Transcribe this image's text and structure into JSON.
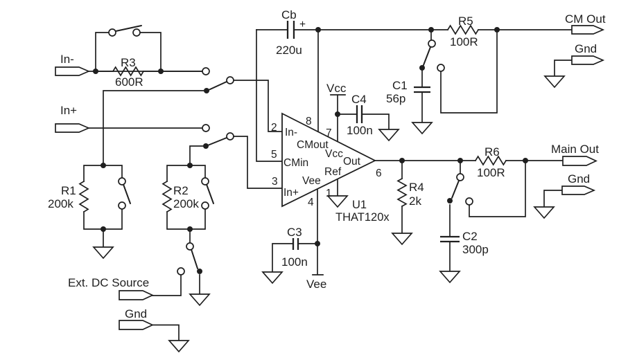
{
  "schematic": {
    "terminals": {
      "in_minus": "In-",
      "in_plus": "In+",
      "ext_dc_source": "Ext. DC Source",
      "gnd_bottom_left": "Gnd",
      "cm_out": "CM Out",
      "gnd_top_right": "Gnd",
      "main_out": "Main Out",
      "gnd_main_out": "Gnd"
    },
    "components": {
      "r1": {
        "ref": "R1",
        "value": "200k"
      },
      "r2": {
        "ref": "R2",
        "value": "200k"
      },
      "r3": {
        "ref": "R3",
        "value": "600R"
      },
      "r4": {
        "ref": "R4",
        "value": "2k"
      },
      "r5": {
        "ref": "R5",
        "value": "100R"
      },
      "r6": {
        "ref": "R6",
        "value": "100R"
      },
      "cb": {
        "ref": "Cb",
        "value": "220u",
        "polarity": "+"
      },
      "c1": {
        "ref": "C1",
        "value": "56p"
      },
      "c2": {
        "ref": "C2",
        "value": "300p"
      },
      "c3": {
        "ref": "C3",
        "value": "100n"
      },
      "c4": {
        "ref": "C4",
        "value": "100n"
      }
    },
    "ic": {
      "ref": "U1",
      "part": "THAT120x",
      "pins": {
        "p2": "2",
        "p5": "5",
        "p3": "3",
        "p8": "8",
        "p7": "7",
        "p1": "1",
        "p4": "4",
        "p6": "6"
      },
      "labels": {
        "in_minus": "In-",
        "cmout": "CMout",
        "vcc": "Vcc",
        "cmin": "CMin",
        "out": "Out",
        "ref": "Ref",
        "vee": "Vee",
        "in_plus": "In+"
      }
    },
    "power": {
      "vcc": "Vcc",
      "vee": "Vee"
    },
    "colors": {
      "ink": "#1f1f1f",
      "background": "#ffffff"
    }
  }
}
